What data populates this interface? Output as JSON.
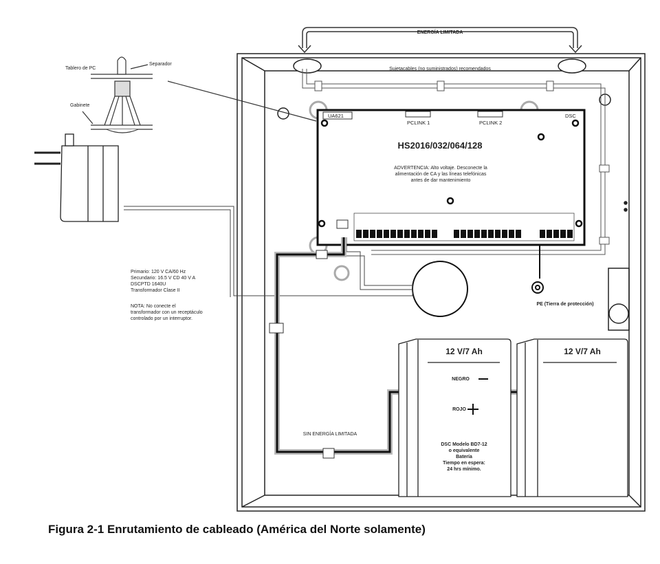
{
  "labels": {
    "limited_energy": "ENERGÍA LIMITADA",
    "cable_ties": "Sujetacables (no suministrados) recomendados",
    "pc_board": "Tablero de PC",
    "standoff": "Separador",
    "cabinet": "Gabinete",
    "ua621": "UA621",
    "pclink1": "PCLINK 1",
    "pclink2": "PCLINK 2",
    "dsc": "DSC",
    "model": "HS2016/032/064/128",
    "warning": [
      "ADVERTENCIA: Alto voltaje. Desconecte la",
      "alimentación de CA y las líneas telefónicas",
      "antes de dar mantenimiento"
    ],
    "transformer_specs": [
      "Primario: 120 V CA/60 Hz",
      "Secundario: 16.5 V CD 40 V A",
      "DSCPTD 1640U",
      "Transformador Clase II"
    ],
    "note": [
      "NOTA: No conecte el",
      "transformador con un receptáculo",
      "controlado por un interruptor."
    ],
    "pe": "PE (Tierra de protección)",
    "non_limited": "SIN ENERGÍA LIMITADA",
    "battery1": "12 V/7 Ah",
    "battery2": "12 V/7 Ah",
    "black": "NEGRO",
    "red": "ROJO",
    "battery_info": [
      "DSC Modelo BD7-12",
      "o equivalente",
      "Batería",
      "Tiempo en espera:",
      "24 hrs mínimo."
    ]
  },
  "caption": "Figura 2-1 Enrutamiento de cableado (América del Norte solamente)"
}
